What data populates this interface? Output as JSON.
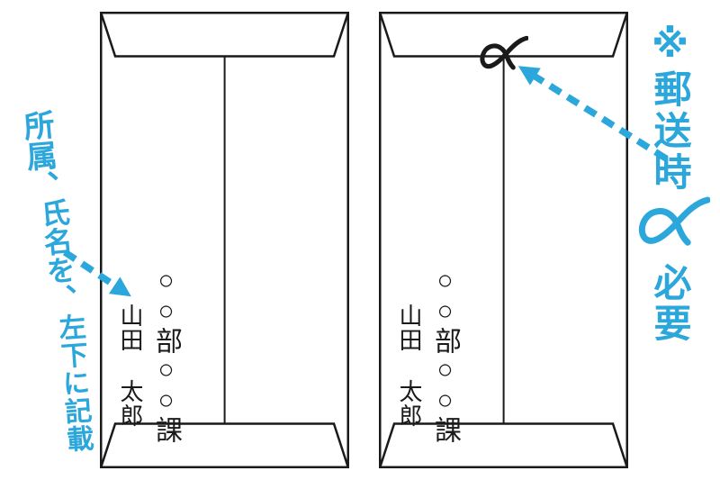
{
  "colors": {
    "background": "#ffffff",
    "ink": "#1a1a1a",
    "accent": "#2ba7dc"
  },
  "left_note": {
    "part1": "所属、",
    "part2": "氏名を、",
    "part3": "左下に記載"
  },
  "right_note": {
    "part1": "※郵送時",
    "part2": "必要",
    "symbol": "string-tie-knot"
  },
  "envelope_left": {
    "department": "○○部○○課",
    "sender": "山田 太郎"
  },
  "envelope_right": {
    "department": "○○部○○課",
    "sender": "山田 太郎",
    "tie": "string-tie-knot"
  },
  "icons": {
    "left_arrow": "dashed-arrow-to-sender-name",
    "right_arrow": "dashed-arrow-to-string-tie",
    "knot_black": "string-tie-knot-icon",
    "knot_blue": "string-tie-knot-blue-icon"
  }
}
